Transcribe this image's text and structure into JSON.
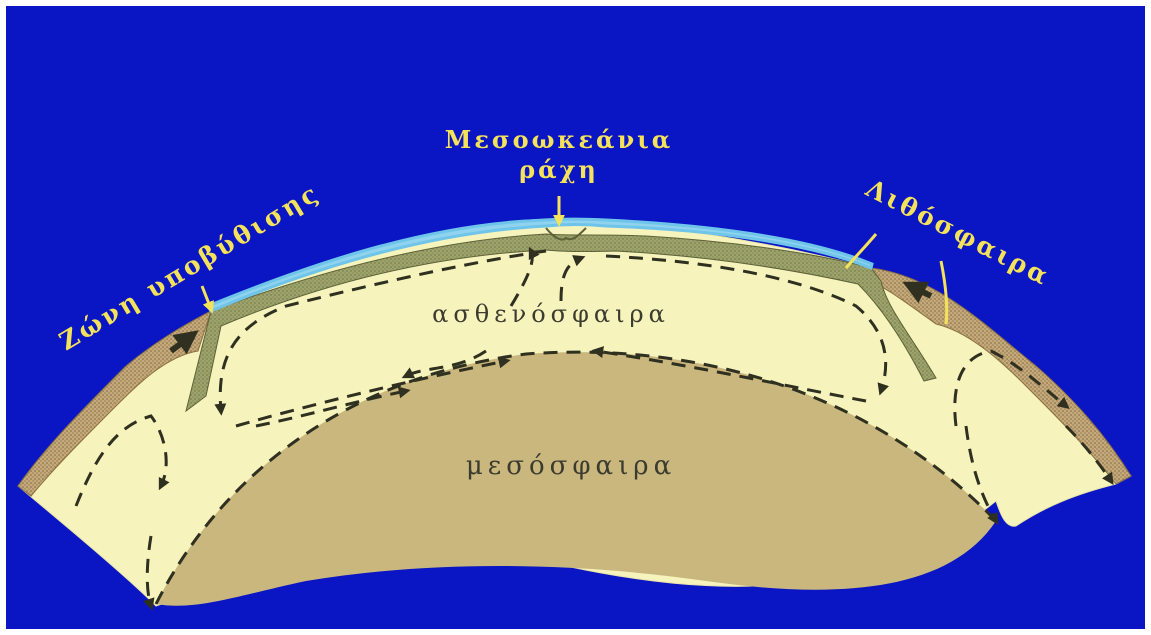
{
  "labels": {
    "subduction_zone": "Ζώνη υποβύθισης",
    "ridge_line1": "Μεσοωκεάνια",
    "ridge_line2": "ράχη",
    "lithosphere": "Λιθόσφαιρα",
    "asthenosphere": "ασθενόσφαιρα",
    "mesosphere": "μεσόσφαιρα"
  },
  "colors": {
    "background": "#0a16c4",
    "label_text": "#f4e25a",
    "asthenosphere_fill": "#f6f3bd",
    "mesosphere_fill": "#c9b77e",
    "lithosphere_fill": "#9da36a",
    "ocean": "#8fd3ee",
    "continental_crust": "#c6a879",
    "arrows": "#2f3020"
  }
}
